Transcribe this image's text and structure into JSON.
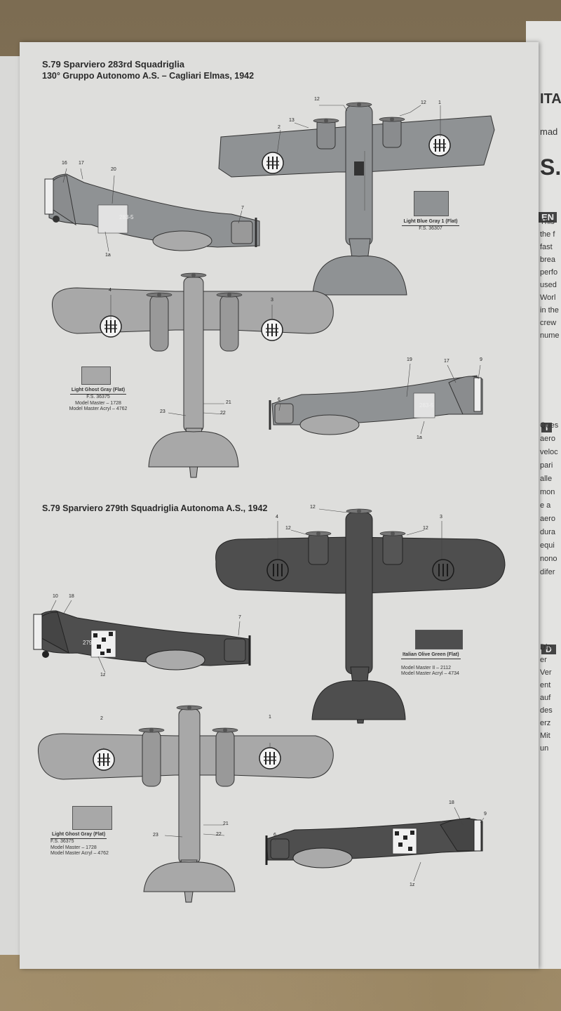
{
  "titles": {
    "profile1_line1": "S.79 Sparviero 283rd Squadriglia",
    "profile1_line2": "130° Gruppo Autonomo A.S. – Cagliari Elmas, 1942",
    "profile2": "S.79 Sparviero 279th Squadriglia Autonoma A.S., 1942"
  },
  "colors": {
    "light_blue_gray": "#8f9294",
    "light_ghost_gray": "#a8a8a8",
    "italian_olive_green": "#4e4e4e",
    "paper": "#dededc"
  },
  "swatches": {
    "blue_gray": {
      "name": "Light Blue Gray 1 (Flat)",
      "fs": "F.S. 36307"
    },
    "ghost_gray_1": {
      "name": "Light Ghost Gray (Flat)",
      "fs": "F.S. 36375",
      "mm": "Model Master – 1728",
      "mma": "Model Master Acryl – 4762"
    },
    "olive_green": {
      "name": "Italian Olive Green (Flat)",
      "mm": "Model Master II – 2112",
      "mma": "Model Master Acryl – 4734"
    },
    "ghost_gray_2": {
      "name": "Light Ghost Gray (Flat)",
      "fs": "F.S. 36375",
      "mm": "Model Master – 1728",
      "mma": "Model Master Acryl – 4762"
    }
  },
  "callouts": {
    "a12a": "12",
    "a12b": "12",
    "a13": "13",
    "a2": "2",
    "a1": "1",
    "b16": "16",
    "b17": "17",
    "b20": "20",
    "b7": "7",
    "b1a": "1a",
    "c4": "4",
    "c3": "3",
    "c21": "21",
    "c22": "22",
    "c23": "23",
    "d19": "19",
    "d17": "17",
    "d9": "9",
    "d6": "6",
    "d1a": "1a",
    "e12a": "12",
    "e12b": "12",
    "e12c": "12",
    "e4": "4",
    "e3": "3",
    "f10": "10",
    "f18": "18",
    "f7": "7",
    "f1z": "1z",
    "g2": "2",
    "g1": "1",
    "g21": "21",
    "g22": "22",
    "g23": "23",
    "h18": "18",
    "h9": "9",
    "h6": "6",
    "h1z": "1z"
  },
  "fuselage_codes": {
    "p1": "283-5",
    "p2": "279"
  },
  "right_page": {
    "brand": "ITA",
    "mad": "mad",
    "big": "S.",
    "en": "EN",
    "en_lines": [
      "This",
      "the f",
      "fast",
      "brea",
      "perfo",
      "used",
      "Worl",
      "in the",
      "crew",
      "nume"
    ],
    "it_lines": [
      "Ques",
      "aero",
      "veloc",
      "pari",
      "alle",
      "mon",
      "e a",
      "aero",
      "dura",
      "equi",
      "nono",
      "difer"
    ],
    "de_lines": [
      "Die",
      "er",
      "Ver",
      "ent",
      "auf",
      "des",
      "erz",
      "Mit",
      "un"
    ],
    "i": "I",
    "d": "D"
  }
}
